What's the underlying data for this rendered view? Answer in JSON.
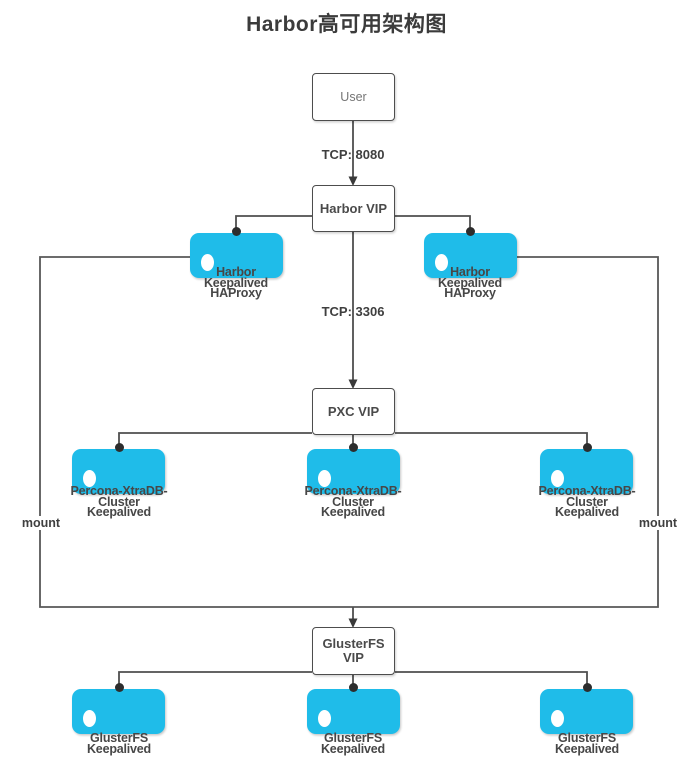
{
  "title": "Harbor高可用架构图",
  "colors": {
    "server_icon_fill": "#1fbce9",
    "connector_line": "#4f4f4f",
    "node_border": "#4d4d4d",
    "text": "#4a4a4a",
    "background": "#ffffff"
  },
  "nodes": {
    "user": "User",
    "harbor_vip": "Harbor VIP",
    "pxc_vip": "PXC VIP",
    "glusterfs_vip": "GlusterFS\nVIP"
  },
  "servers": {
    "harbor_left": "Harbor\nKeepalived\nHAProxy",
    "harbor_right": "Harbor\nKeepalived\nHAProxy",
    "percona_left": "Percona-XtraDB-\nCluster\nKeepalived",
    "percona_mid": "Percona-XtraDB-\nCluster\nKeepalived",
    "percona_right": "Percona-XtraDB-\nCluster\nKeepalived",
    "glusterfs_left": "GlusterFS\nKeepalived",
    "glusterfs_mid": "GlusterFS\nKeepalived",
    "glusterfs_right": "GlusterFS\nKeepalived"
  },
  "edge_labels": {
    "tcp_8080": "TCP: 8080",
    "tcp_3306": "TCP: 3306",
    "mount_left": "mount",
    "mount_right": "mount"
  }
}
